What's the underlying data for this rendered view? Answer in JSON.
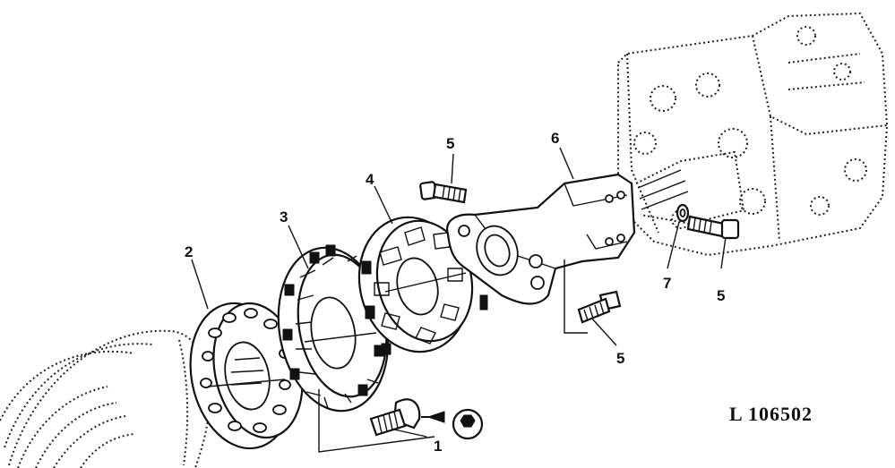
{
  "figure_id": "L 106502",
  "callouts": {
    "c1": "1",
    "c2": "2",
    "c3": "3",
    "c4": "4",
    "c5a": "5",
    "c5b": "5",
    "c5c": "5",
    "c6": "6",
    "c7": "7"
  },
  "colors": {
    "ink": "#111111",
    "paper": "#ffffff"
  }
}
